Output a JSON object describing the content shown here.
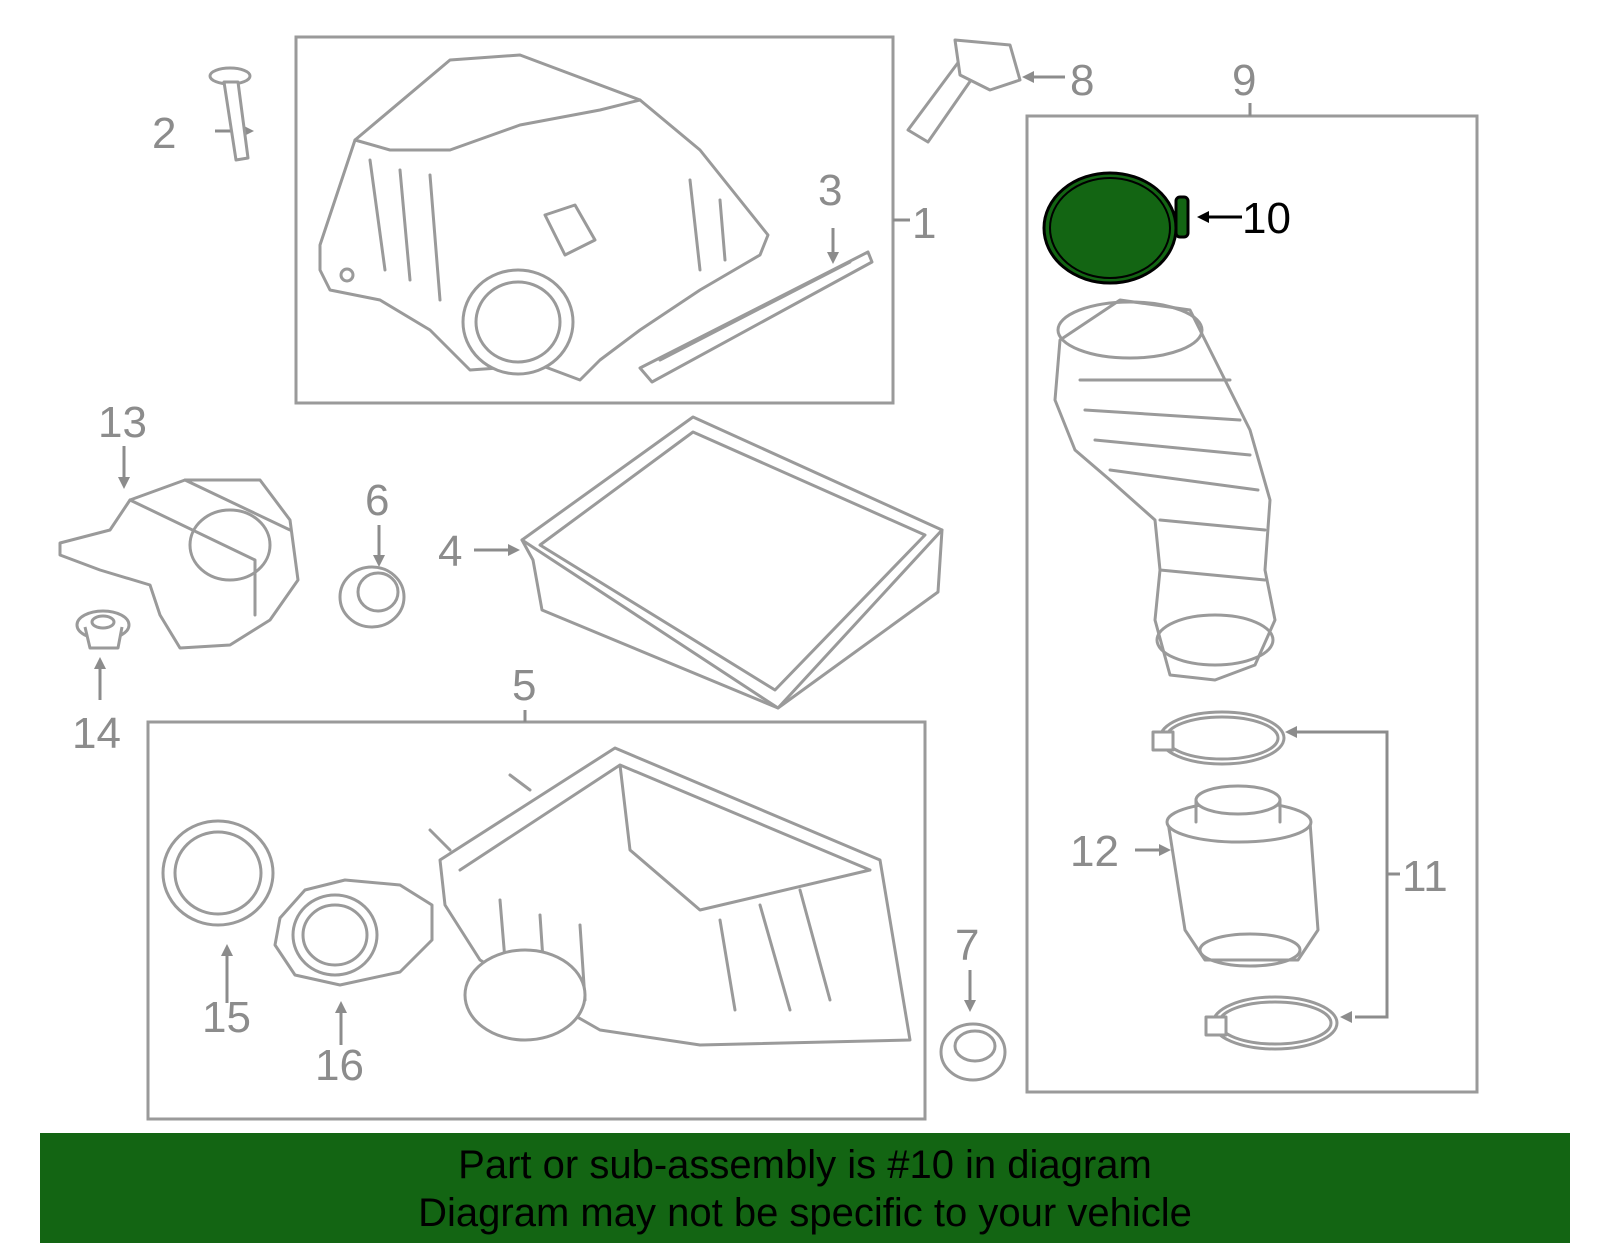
{
  "colors": {
    "highlight": "#136513",
    "line": "#9a9a9a",
    "text": "#8c8c8c",
    "banner_text": "#000000"
  },
  "highlighted_part": "10",
  "callouts": {
    "c1": "1",
    "c2": "2",
    "c3": "3",
    "c4": "4",
    "c5": "5",
    "c6": "6",
    "c7": "7",
    "c8": "8",
    "c9": "9",
    "c10": "10",
    "c11": "11",
    "c12": "12",
    "c13": "13",
    "c14": "14",
    "c15": "15",
    "c16": "16"
  },
  "banner": {
    "line1": "Part or sub-assembly is #10 in diagram",
    "line2": "Diagram may not be specific to your vehicle"
  }
}
